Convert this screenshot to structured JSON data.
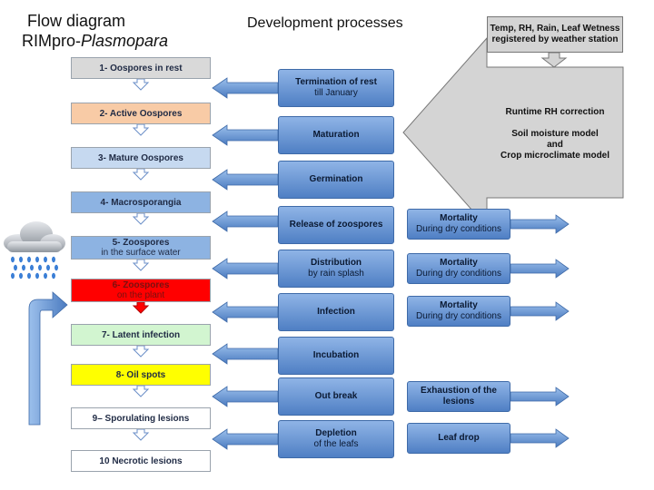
{
  "title": {
    "line1": "Flow diagram",
    "line2_prefix": "RIMpro-",
    "line2_italic": "Plasmopara"
  },
  "header": "Development processes",
  "weather_station": {
    "line1": "Temp, RH, Rain, Leaf Wetness",
    "line2": "registered by weather station"
  },
  "models": {
    "line1": "Runtime RH correction",
    "line2": "Soil moisture model",
    "line3": "and",
    "line4": "Crop microclimate model"
  },
  "stages": [
    {
      "label": "1- Oospores in rest",
      "sub": "",
      "color": "#d9d9d9"
    },
    {
      "label": "2- Active Oospores",
      "sub": "",
      "color": "#f8cba6"
    },
    {
      "label": "3- Mature Oospores",
      "sub": "",
      "color": "#c6d9f0"
    },
    {
      "label": "4- Macrosporangia",
      "sub": "",
      "color": "#8db3e2"
    },
    {
      "label": "5- Zoospores",
      "sub": "in the surface water",
      "color": "#8db3e2"
    },
    {
      "label": "6- Zoospores",
      "sub": "on the plant",
      "color": "#ff0000"
    },
    {
      "label": "7- Latent infection",
      "sub": "",
      "color": "#d2f5d0"
    },
    {
      "label": "8- Oil spots",
      "sub": "",
      "color": "#ffff00"
    },
    {
      "label": "9– Sporulating lesions",
      "sub": "",
      "color": "#ffffff"
    },
    {
      "label": "10 Necrotic lesions",
      "sub": "",
      "color": "#ffffff"
    }
  ],
  "processes": [
    {
      "label": "Termination of rest",
      "sub": "till January"
    },
    {
      "label": "Maturation",
      "sub": ""
    },
    {
      "label": "Germination",
      "sub": ""
    },
    {
      "label": "Release of zoospores",
      "sub": ""
    },
    {
      "label": "Distribution",
      "sub": "by rain splash"
    },
    {
      "label": "Infection",
      "sub": ""
    },
    {
      "label": "Incubation",
      "sub": ""
    },
    {
      "label": "Out break",
      "sub": ""
    },
    {
      "label": "Depletion",
      "sub": "of the leafs"
    }
  ],
  "outcomes": [
    {
      "label": "Mortality",
      "sub": "During dry conditions"
    },
    {
      "label": "Mortality",
      "sub": "During dry conditions"
    },
    {
      "label": "Mortality",
      "sub": "During dry conditions"
    },
    {
      "label": "Exhaustion of the",
      "sub": "lesions"
    },
    {
      "label": "Leaf drop",
      "sub": ""
    }
  ]
}
